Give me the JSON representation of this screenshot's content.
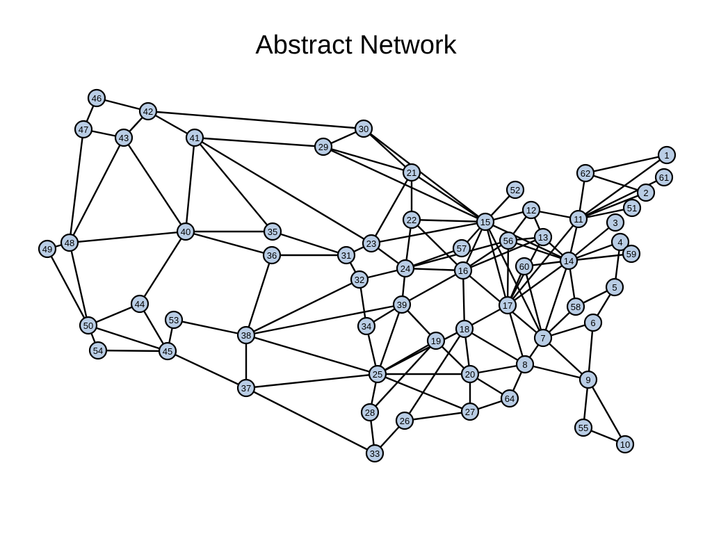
{
  "title": "Abstract Network",
  "colors": {
    "node_fill": "#b9cde5",
    "node_stroke": "#000000",
    "edge": "#000000"
  },
  "nodes": [
    "1",
    "2",
    "3",
    "4",
    "5",
    "6",
    "7",
    "8",
    "9",
    "10",
    "11",
    "12",
    "13",
    "14",
    "15",
    "16",
    "17",
    "18",
    "19",
    "20",
    "21",
    "22",
    "23",
    "24",
    "25",
    "26",
    "27",
    "28",
    "29",
    "30",
    "31",
    "32",
    "33",
    "34",
    "35",
    "36",
    "37",
    "38",
    "39",
    "40",
    "41",
    "42",
    "43",
    "44",
    "45",
    "46",
    "47",
    "48",
    "49",
    "50",
    "51",
    "52",
    "53",
    "54",
    "55",
    "56",
    "57",
    "58",
    "59",
    "60",
    "61",
    "62",
    "64"
  ],
  "edges": [
    [
      "46",
      "42"
    ],
    [
      "46",
      "47"
    ],
    [
      "47",
      "43"
    ],
    [
      "47",
      "48"
    ],
    [
      "42",
      "43"
    ],
    [
      "42",
      "41"
    ],
    [
      "42",
      "30"
    ],
    [
      "43",
      "40"
    ],
    [
      "43",
      "48"
    ],
    [
      "41",
      "29"
    ],
    [
      "41",
      "40"
    ],
    [
      "41",
      "35"
    ],
    [
      "41",
      "23"
    ],
    [
      "49",
      "48"
    ],
    [
      "49",
      "50"
    ],
    [
      "48",
      "40"
    ],
    [
      "48",
      "50"
    ],
    [
      "40",
      "35"
    ],
    [
      "40",
      "36"
    ],
    [
      "40",
      "44"
    ],
    [
      "44",
      "50"
    ],
    [
      "44",
      "45"
    ],
    [
      "50",
      "45"
    ],
    [
      "50",
      "54"
    ],
    [
      "54",
      "45"
    ],
    [
      "53",
      "45"
    ],
    [
      "53",
      "38"
    ],
    [
      "45",
      "37"
    ],
    [
      "35",
      "31"
    ],
    [
      "36",
      "31"
    ],
    [
      "36",
      "38"
    ],
    [
      "29",
      "30"
    ],
    [
      "29",
      "21"
    ],
    [
      "29",
      "15"
    ],
    [
      "30",
      "21"
    ],
    [
      "30",
      "15"
    ],
    [
      "21",
      "22"
    ],
    [
      "21",
      "23"
    ],
    [
      "21",
      "15"
    ],
    [
      "22",
      "15"
    ],
    [
      "22",
      "24"
    ],
    [
      "22",
      "16"
    ],
    [
      "23",
      "15"
    ],
    [
      "23",
      "24"
    ],
    [
      "31",
      "23"
    ],
    [
      "31",
      "32"
    ],
    [
      "32",
      "24"
    ],
    [
      "32",
      "34"
    ],
    [
      "32",
      "38"
    ],
    [
      "24",
      "39"
    ],
    [
      "24",
      "16"
    ],
    [
      "24",
      "57"
    ],
    [
      "24",
      "56"
    ],
    [
      "15",
      "57"
    ],
    [
      "15",
      "16"
    ],
    [
      "15",
      "17"
    ],
    [
      "15",
      "7"
    ],
    [
      "15",
      "12"
    ],
    [
      "15",
      "52"
    ],
    [
      "15",
      "14"
    ],
    [
      "12",
      "11"
    ],
    [
      "16",
      "18"
    ],
    [
      "16",
      "56"
    ],
    [
      "16",
      "7"
    ],
    [
      "39",
      "38"
    ],
    [
      "39",
      "34"
    ],
    [
      "39",
      "19"
    ],
    [
      "39",
      "25"
    ],
    [
      "39",
      "16"
    ],
    [
      "38",
      "37"
    ],
    [
      "38",
      "25"
    ],
    [
      "34",
      "25"
    ],
    [
      "37",
      "25"
    ],
    [
      "37",
      "33"
    ],
    [
      "25",
      "20"
    ],
    [
      "25",
      "27"
    ],
    [
      "25",
      "19"
    ],
    [
      "25",
      "28"
    ],
    [
      "25",
      "18"
    ],
    [
      "19",
      "20"
    ],
    [
      "19",
      "28"
    ],
    [
      "18",
      "17"
    ],
    [
      "18",
      "20"
    ],
    [
      "18",
      "8"
    ],
    [
      "18",
      "26"
    ],
    [
      "17",
      "56"
    ],
    [
      "17",
      "14"
    ],
    [
      "17",
      "8"
    ],
    [
      "17",
      "13"
    ],
    [
      "17",
      "11"
    ],
    [
      "17",
      "60"
    ],
    [
      "20",
      "27"
    ],
    [
      "20",
      "8"
    ],
    [
      "20",
      "64"
    ],
    [
      "27",
      "26"
    ],
    [
      "27",
      "64"
    ],
    [
      "28",
      "33"
    ],
    [
      "26",
      "33"
    ],
    [
      "56",
      "13"
    ],
    [
      "56",
      "14"
    ],
    [
      "56",
      "12"
    ],
    [
      "13",
      "12"
    ],
    [
      "13",
      "14"
    ],
    [
      "13",
      "16"
    ],
    [
      "60",
      "7"
    ],
    [
      "60",
      "14"
    ],
    [
      "14",
      "11"
    ],
    [
      "14",
      "3"
    ],
    [
      "14",
      "4"
    ],
    [
      "14",
      "59"
    ],
    [
      "14",
      "58"
    ],
    [
      "14",
      "7"
    ],
    [
      "11",
      "62"
    ],
    [
      "11",
      "1"
    ],
    [
      "11",
      "2"
    ],
    [
      "11",
      "61"
    ],
    [
      "11",
      "51"
    ],
    [
      "62",
      "1"
    ],
    [
      "62",
      "2"
    ],
    [
      "5",
      "4"
    ],
    [
      "5",
      "58"
    ],
    [
      "5",
      "6"
    ],
    [
      "6",
      "7"
    ],
    [
      "6",
      "9"
    ],
    [
      "7",
      "8"
    ],
    [
      "7",
      "9"
    ],
    [
      "7",
      "58"
    ],
    [
      "8",
      "9"
    ],
    [
      "8",
      "64"
    ],
    [
      "9",
      "55"
    ],
    [
      "9",
      "10"
    ],
    [
      "55",
      "10"
    ]
  ]
}
